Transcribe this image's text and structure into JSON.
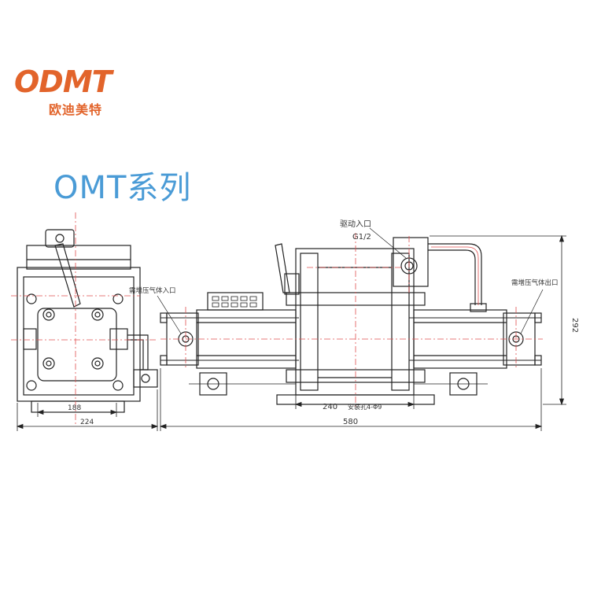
{
  "logo": {
    "mark": "ODMT",
    "subtitle": "欧迪美特"
  },
  "title": "OMT系列",
  "labels": {
    "drive_inlet": "驱动入口",
    "drive_thread": "G1/2",
    "boost_inlet": "需增压气体入口",
    "boost_outlet": "需增压气体出口",
    "mount_note": "安装孔4-Φ9"
  },
  "dimensions": {
    "d188": "188",
    "d224": "224",
    "d240": "240",
    "d580": "580",
    "d292": "292"
  },
  "colors": {
    "brand": "#e2642b",
    "title": "#4a9bd6",
    "line": "#222222",
    "accent": "#e05050"
  }
}
